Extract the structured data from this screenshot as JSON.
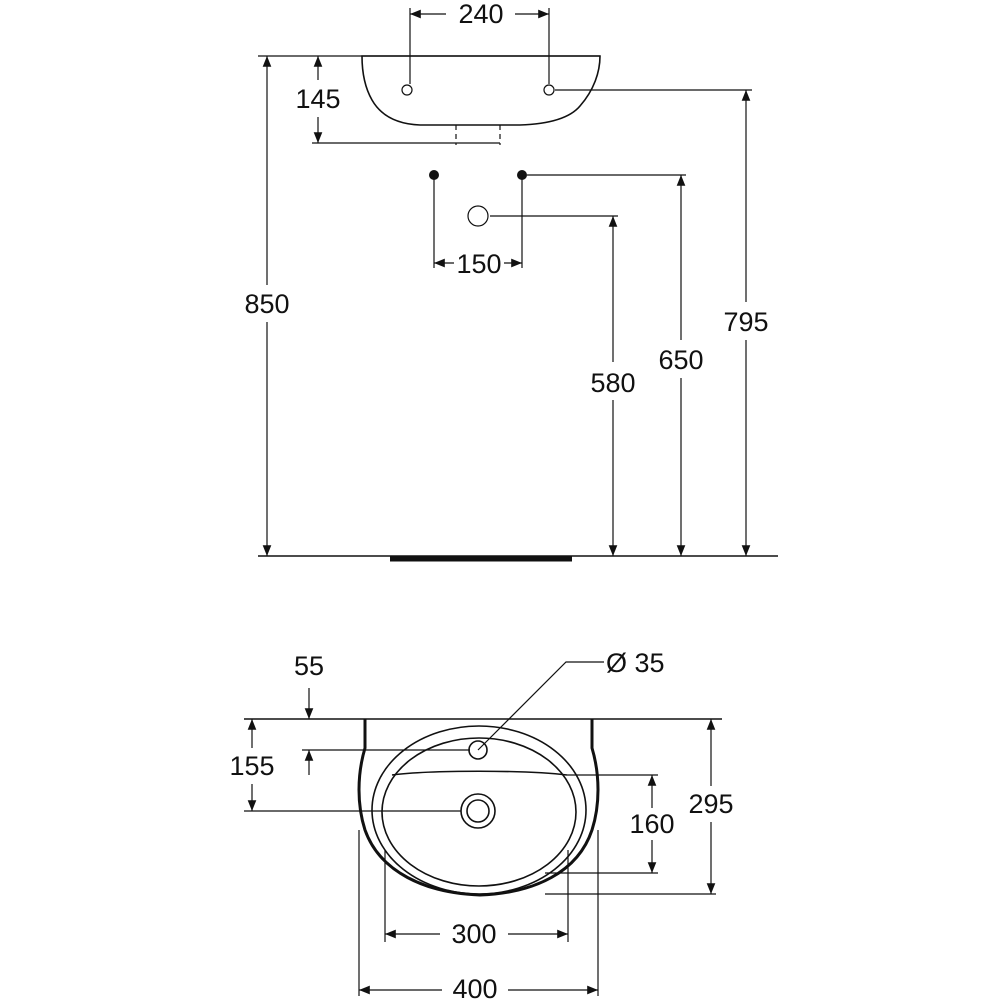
{
  "elevation": {
    "tap_hole_spacing": "240",
    "basin_height": "145",
    "overall_height": "850",
    "supply_spacing": "150",
    "waste_height": "580",
    "supply_height": "650",
    "fixing_height": "795"
  },
  "plan": {
    "tap_hole_offset": "55",
    "waste_offset": "155",
    "tap_hole_diameter": "Ø 35",
    "bowl_depth": "160",
    "overall_depth": "295",
    "bowl_width": "300",
    "overall_width": "400"
  }
}
